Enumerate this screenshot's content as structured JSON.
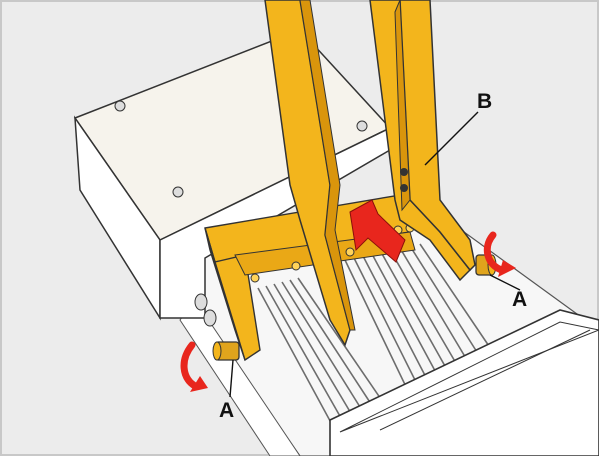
{
  "figure": {
    "frame_color": "#c8c8c8",
    "background": "#ececec",
    "part_color": "#f3b51c",
    "part_shade": "#d9950c",
    "arrow_color": "#e8261d",
    "cabinet_color": "#f6f3ec"
  },
  "callouts": {
    "knob_left": "A",
    "knob_right": "A",
    "guide": "B"
  },
  "icons": [
    "rotate-arrow-icon",
    "rotate-arrow-icon",
    "push-arrow-icon"
  ]
}
